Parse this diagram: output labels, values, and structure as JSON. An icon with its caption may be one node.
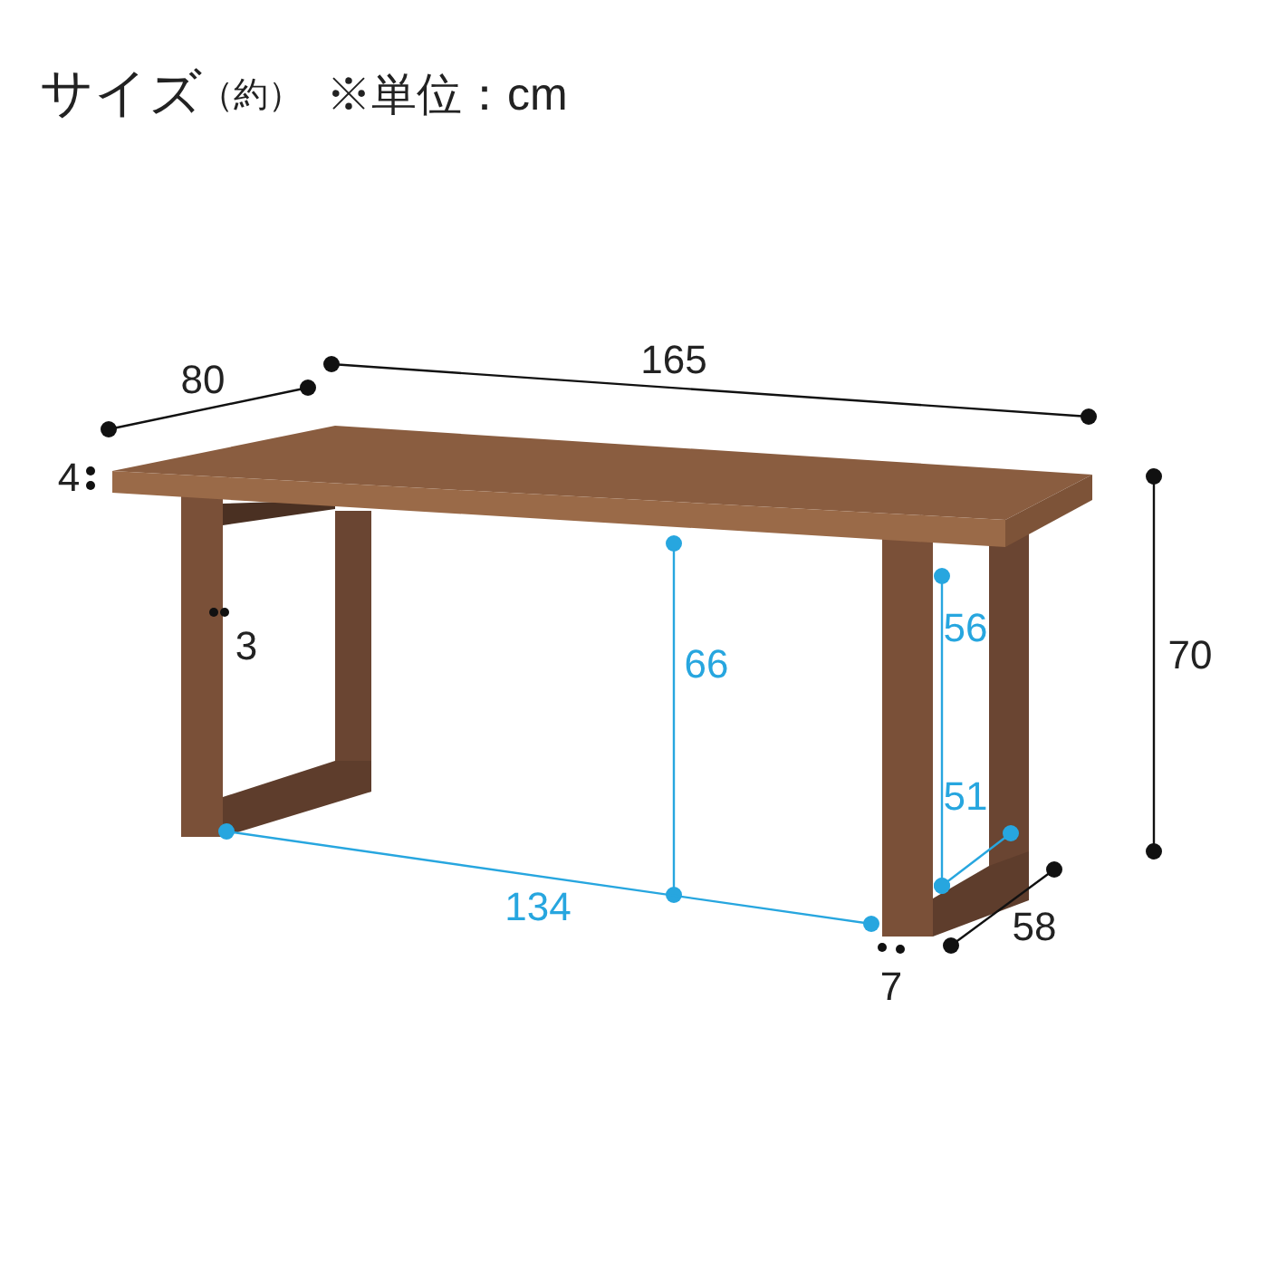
{
  "diagram": {
    "title": "サイズ",
    "labels": [
      "（約）",
      "※単位：cm",
      "80",
      "165",
      "4",
      "70",
      "3",
      "56",
      "66",
      "51",
      "134",
      "58",
      "7"
    ]
  }
}
